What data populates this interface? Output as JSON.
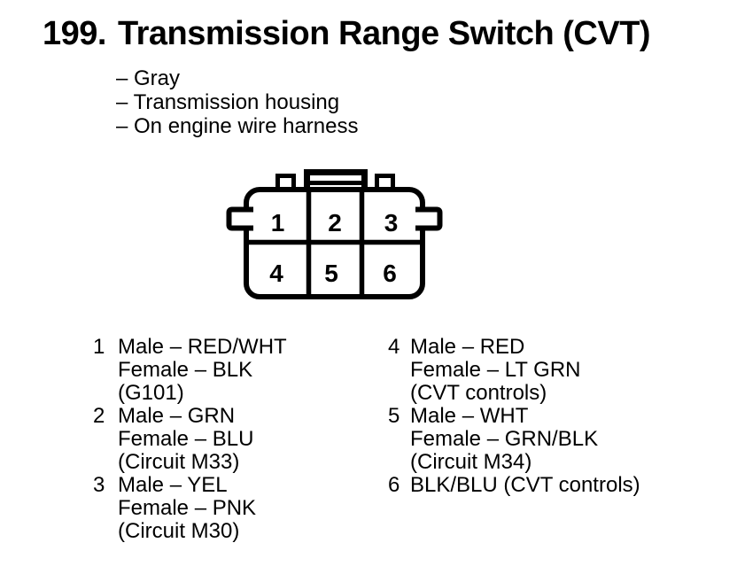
{
  "colors": {
    "paper": "#ffffff",
    "ink": "#000000"
  },
  "header": {
    "number": "199.",
    "title": "Transmission Range Switch (CVT)"
  },
  "bullets": [
    "– Gray",
    "– Transmission housing",
    "– On engine wire harness"
  ],
  "connector": {
    "rows": 2,
    "cols": 3,
    "pins": [
      "1",
      "2",
      "3",
      "4",
      "5",
      "6"
    ]
  },
  "pin_list": {
    "left": [
      {
        "pin": "1",
        "lines": [
          "Male – RED/WHT",
          "Female – BLK",
          "(G101)"
        ]
      },
      {
        "pin": "2",
        "lines": [
          "Male – GRN",
          "Female – BLU",
          "(Circuit M33)"
        ]
      },
      {
        "pin": "3",
        "lines": [
          "Male – YEL",
          "Female – PNK",
          "(Circuit M30)"
        ]
      }
    ],
    "right": [
      {
        "pin": "4",
        "lines": [
          "Male – RED",
          "Female – LT GRN",
          "(CVT controls)"
        ]
      },
      {
        "pin": "5",
        "lines": [
          "Male – WHT",
          "Female – GRN/BLK",
          "(Circuit M34)"
        ]
      },
      {
        "pin": "6",
        "lines": [
          "BLK/BLU (CVT controls)"
        ]
      }
    ]
  }
}
